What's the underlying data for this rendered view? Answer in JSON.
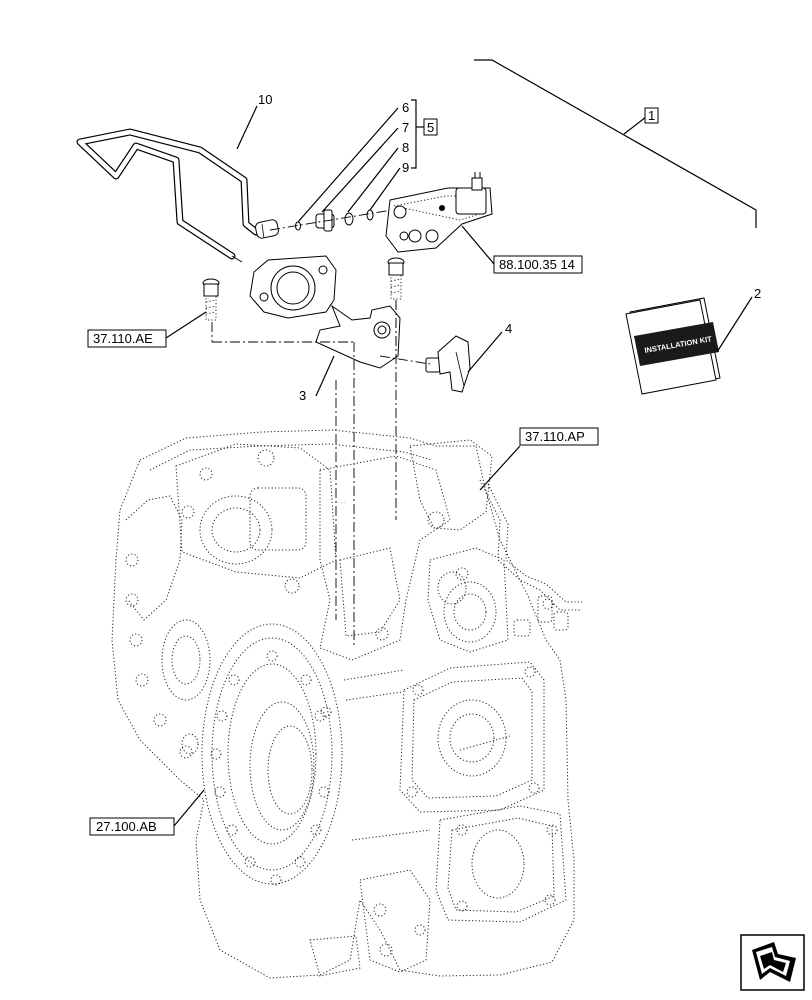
{
  "callouts": {
    "c1": "1",
    "c2": "2",
    "c3": "3",
    "c4": "4",
    "c5": "5",
    "c6": "6",
    "c7": "7",
    "c8": "8",
    "c9": "9",
    "c10": "10"
  },
  "references": {
    "r_88": "88.100.35 14",
    "r_37ae": "37.110.AE",
    "r_37ap": "37.110.AP",
    "r_27ab": "27.100.AB"
  },
  "kit": {
    "label": "INSTALLATION KIT"
  },
  "nav": {
    "icon": "next-page-arrow-icon"
  }
}
